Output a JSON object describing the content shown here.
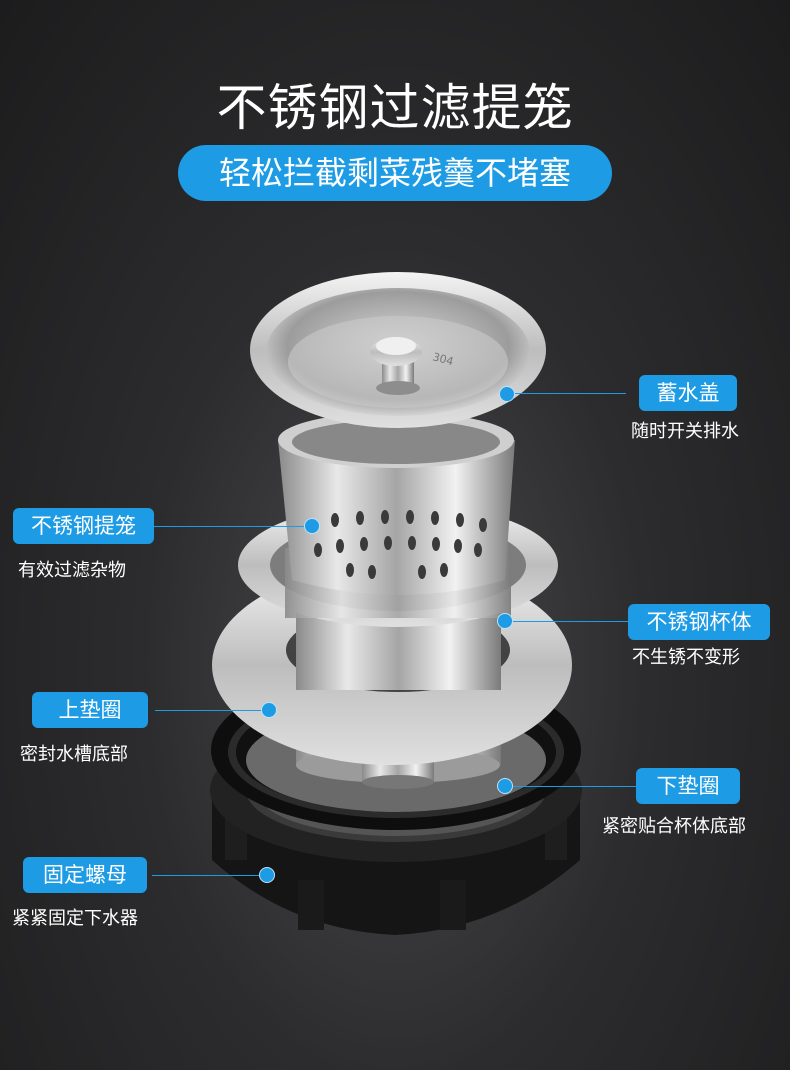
{
  "title": "不锈钢过滤提笼",
  "subtitle": "轻松拦截剩菜残羹不堵塞",
  "components": {
    "cover": {
      "label": "蓄水盖",
      "desc": "随时开关排水",
      "engraving": "304"
    },
    "basket": {
      "label": "不锈钢提笼",
      "desc": "有效过滤杂物"
    },
    "cup": {
      "label": "不锈钢杯体",
      "desc": "不生锈不变形"
    },
    "upper_gasket": {
      "label": "上垫圈",
      "desc": "密封水槽底部"
    },
    "lower_gasket": {
      "label": "下垫圈",
      "desc": "紧密贴合杯体底部"
    },
    "nut": {
      "label": "固定螺母",
      "desc": "紧紧固定下水器"
    }
  },
  "colors": {
    "accent": "#1d9be4",
    "background": "#2c2c2e"
  }
}
